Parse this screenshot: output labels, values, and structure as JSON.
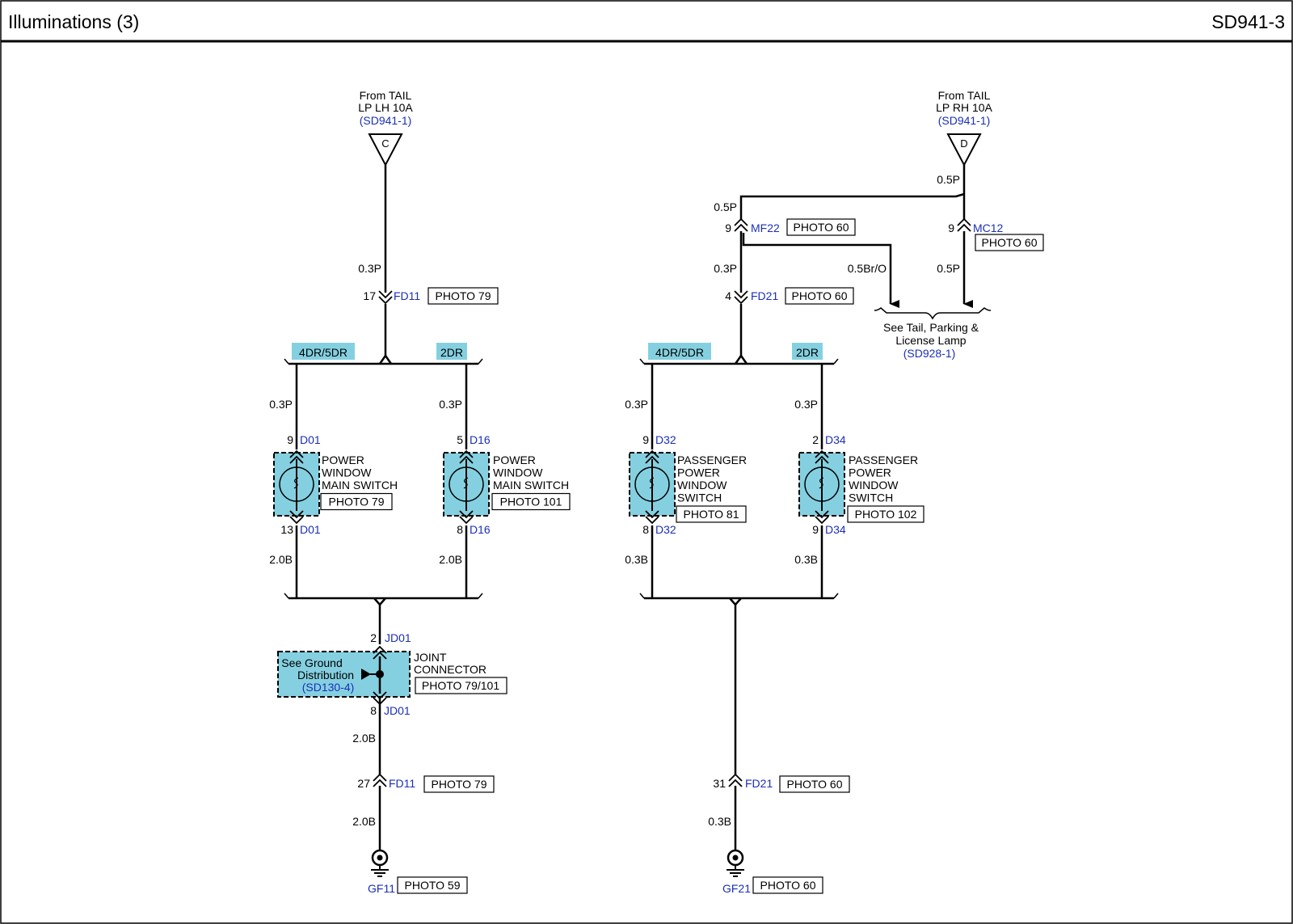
{
  "header": {
    "title": "Illuminations (3)",
    "page_code": "SD941-3"
  },
  "colors": {
    "wire": "#000000",
    "link": "#1a2fb8",
    "highlight": "#85d0e0"
  },
  "sources": {
    "c": {
      "letter": "C",
      "line1": "From TAIL",
      "line2": "LP LH 10A",
      "ref": "(SD941-1)"
    },
    "d": {
      "letter": "D",
      "line1": "From TAIL",
      "line2": "LP RH 10A",
      "ref": "(SD941-1)"
    }
  },
  "variants": {
    "four_five_door": "4DR/5DR",
    "two_door": "2DR"
  },
  "wires": {
    "p03": "0.3P",
    "p05": "0.5P",
    "b20": "2.0B",
    "b03": "0.3B",
    "bro05": "0.5Br/O"
  },
  "connectors": {
    "fd11_top": {
      "pin": "17",
      "id": "FD11",
      "photo": "PHOTO 79"
    },
    "fd11_bottom": {
      "pin": "27",
      "id": "FD11",
      "photo": "PHOTO 79"
    },
    "mf22": {
      "pin": "9",
      "id": "MF22",
      "photo": "PHOTO 60"
    },
    "mc12": {
      "pin": "9",
      "id": "MC12",
      "photo": "PHOTO 60"
    },
    "fd21_top": {
      "pin": "4",
      "id": "FD21",
      "photo": "PHOTO 60"
    },
    "fd21_bottom": {
      "pin": "31",
      "id": "FD21",
      "photo": "PHOTO 60"
    },
    "jd01": {
      "pin_in": "2",
      "pin_out": "8",
      "id": "JD01"
    }
  },
  "switches": [
    {
      "id": "D01",
      "pin_top": "9",
      "pin_bottom": "13",
      "name": [
        "POWER",
        "WINDOW",
        "MAIN SWITCH"
      ],
      "photo": "PHOTO 79"
    },
    {
      "id": "D16",
      "pin_top": "5",
      "pin_bottom": "8",
      "name": [
        "POWER",
        "WINDOW",
        "MAIN SWITCH"
      ],
      "photo": "PHOTO 101"
    },
    {
      "id": "D32",
      "pin_top": "9",
      "pin_bottom": "8",
      "name": [
        "PASSENGER",
        "POWER",
        "WINDOW",
        "SWITCH"
      ],
      "photo": "PHOTO 81"
    },
    {
      "id": "D34",
      "pin_top": "2",
      "pin_bottom": "9",
      "name": [
        "PASSENGER",
        "POWER",
        "WINDOW",
        "SWITCH"
      ],
      "photo": "PHOTO 102"
    }
  ],
  "joint": {
    "line1": "JOINT",
    "line2": "CONNECTOR",
    "photo": "PHOTO 79/101",
    "see1": "See Ground",
    "see2": "Distribution",
    "ref": "(SD130-4)"
  },
  "tail_ref": {
    "line1": "See Tail, Parking &",
    "line2": "License Lamp",
    "ref": "(SD928-1)"
  },
  "grounds": [
    {
      "id": "GF11",
      "photo": "PHOTO 59"
    },
    {
      "id": "GF21",
      "photo": "PHOTO 60"
    }
  ]
}
